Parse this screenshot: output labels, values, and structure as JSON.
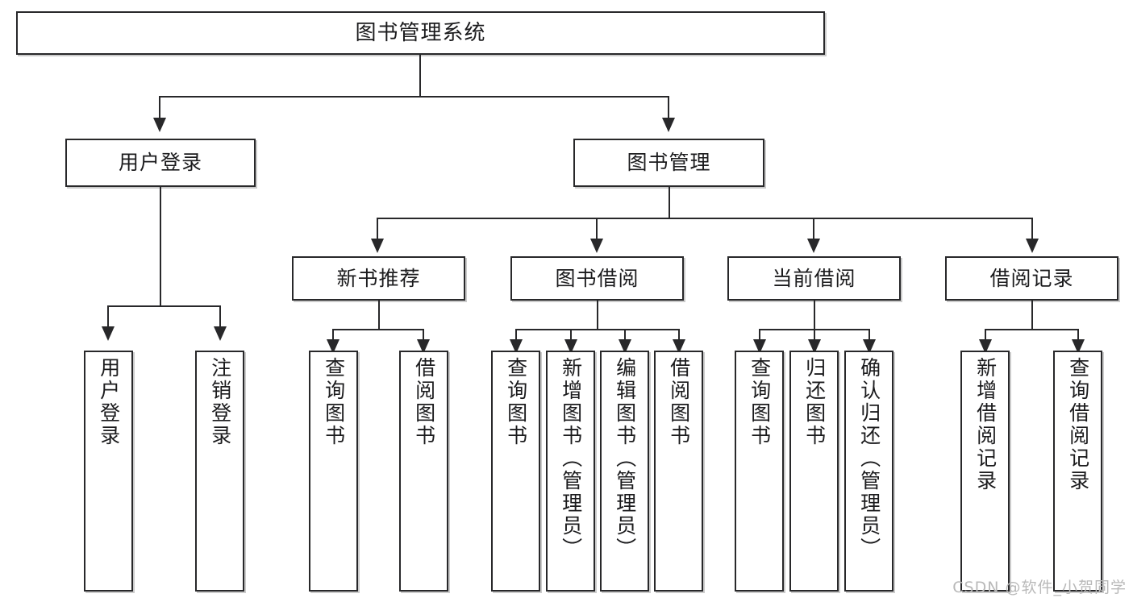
{
  "diagram": {
    "title": "图书管理系统",
    "type": "tree-hierarchy-chart",
    "watermark": "CSDN @软件_小贺同学",
    "colors": {
      "box_border": "#28282a",
      "box_fill": "#ffffff",
      "connector": "#28282a",
      "text": "#1b1b1d",
      "watermark": "#b9b9b9",
      "background": "#ffffff"
    },
    "root": {
      "label": "图书管理系统"
    },
    "level2": [
      {
        "label": "用户登录"
      },
      {
        "label": "图书管理"
      }
    ],
    "level3": [
      {
        "label": "新书推荐"
      },
      {
        "label": "图书借阅"
      },
      {
        "label": "当前借阅"
      },
      {
        "label": "借阅记录"
      }
    ],
    "leaves": {
      "user_login": [
        {
          "label": "用户登录"
        },
        {
          "label": "注销登录"
        }
      ],
      "new_book_recommend": [
        {
          "label": "查询图书"
        },
        {
          "label": "借阅图书"
        }
      ],
      "book_borrow": [
        {
          "label": "查询图书"
        },
        {
          "label": "新增图书（管理员）"
        },
        {
          "label": "编辑图书（管理员）"
        },
        {
          "label": "借阅图书"
        }
      ],
      "current_borrow": [
        {
          "label": "查询图书"
        },
        {
          "label": "归还图书"
        },
        {
          "label": "确认归还（管理员）"
        }
      ],
      "borrow_records": [
        {
          "label": "新增借阅记录"
        },
        {
          "label": "查询借阅记录"
        }
      ]
    }
  }
}
